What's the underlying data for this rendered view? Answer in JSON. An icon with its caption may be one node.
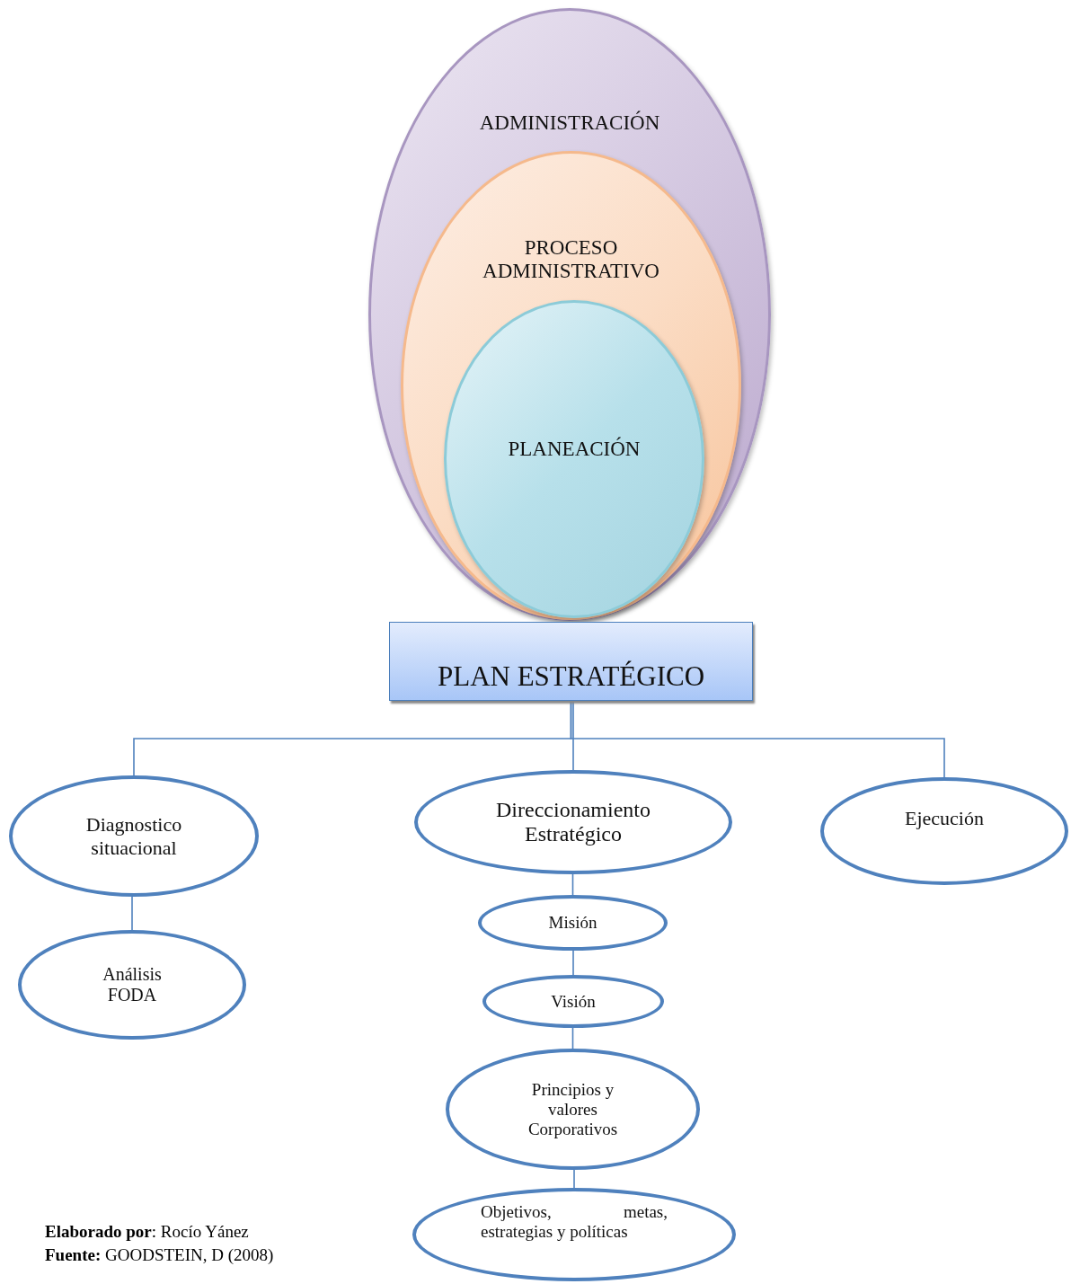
{
  "diagram": {
    "nodes": [
      {
        "text": [
          "ADMINISTRACIÓN"
        ]
      },
      {
        "text": [
          "PROCESO ADMINISTRATIVO"
        ],
        "in": 0
      },
      {
        "text": [
          "PLANEACIÓN"
        ],
        "in": 1
      },
      {
        "text": [
          "PLAN ESTRATÉGICO"
        ]
      },
      {
        "text": [
          "Diagnostico situacional"
        ]
      },
      {
        "text": [
          "Direccionamiento Estratégico"
        ]
      },
      {
        "text": [
          "Ejecución"
        ]
      },
      {
        "text": [
          "Análisis FODA"
        ]
      },
      {
        "text": [
          "Misión"
        ]
      },
      {
        "text": [
          "Visión"
        ]
      },
      {
        "text": [
          "Principios y valores Corporativos"
        ]
      },
      {
        "text": [
          "Objetivos, metas, estrategias y políticas"
        ]
      }
    ],
    "edges": [
      {
        "from": 3,
        "to": 4,
        "arrow": "none"
      },
      {
        "from": 3,
        "to": 5,
        "arrow": "none"
      },
      {
        "from": 3,
        "to": 6,
        "arrow": "none"
      },
      {
        "from": 4,
        "to": 7,
        "arrow": "none"
      },
      {
        "from": 5,
        "to": 8,
        "arrow": "none"
      },
      {
        "from": 8,
        "to": 9,
        "arrow": "none"
      },
      {
        "from": 9,
        "to": 10,
        "arrow": "none"
      },
      {
        "from": 10,
        "to": 11,
        "arrow": "none"
      }
    ],
    "labels": [
      "**Elaborado por**: Rocío Yánez",
      "**Fuente:** GOODSTEIN, D (2008)"
    ]
  }
}
